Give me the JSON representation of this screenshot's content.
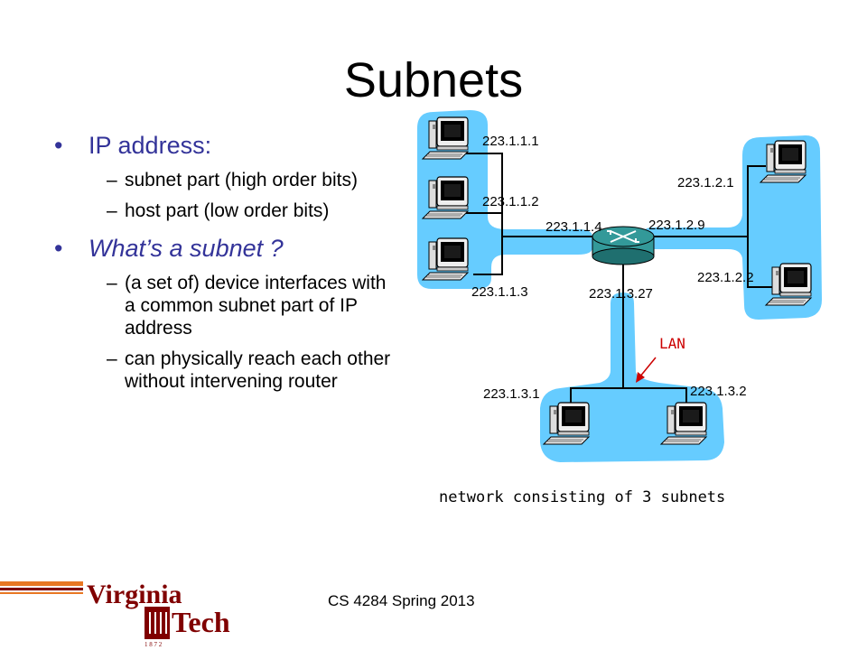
{
  "slide": {
    "title": "Subnets",
    "bullets": [
      {
        "text": "IP address:",
        "italic": false,
        "subs": [
          "subnet part (high order bits)",
          "host part (low order bits)"
        ]
      },
      {
        "text": "What’s a subnet ?",
        "italic": true,
        "subs": [
          "(a set of) device interfaces with a common subnet part of IP address",
          "can physically reach each other without intervening router"
        ]
      }
    ],
    "bullet_symbol": "•",
    "sub_symbol": "–"
  },
  "diagram": {
    "addresses": {
      "a1": "223.1.1.1",
      "a2": "223.1.1.2",
      "a3": "223.1.1.3",
      "a4": "223.1.1.4",
      "b1": "223.1.2.1",
      "b2": "223.1.2.2",
      "b9": "223.1.2.9",
      "c1": "223.1.3.1",
      "c2": "223.1.3.2",
      "c27": "223.1.3.27"
    },
    "lan_label": "LAN",
    "caption": "network consisting of 3 subnets",
    "colors": {
      "subnet_fill": "#66ccff",
      "wire": "#000000",
      "router": "#339999",
      "lan": "#cc0000"
    }
  },
  "footer": {
    "logo_line1": "Virginia",
    "logo_line2": "Tech",
    "logo_year": "1 8 7 2",
    "course": "CS 4284 Spring 2013",
    "colors": {
      "maroon": "#800000",
      "orange": "#e87722"
    }
  }
}
